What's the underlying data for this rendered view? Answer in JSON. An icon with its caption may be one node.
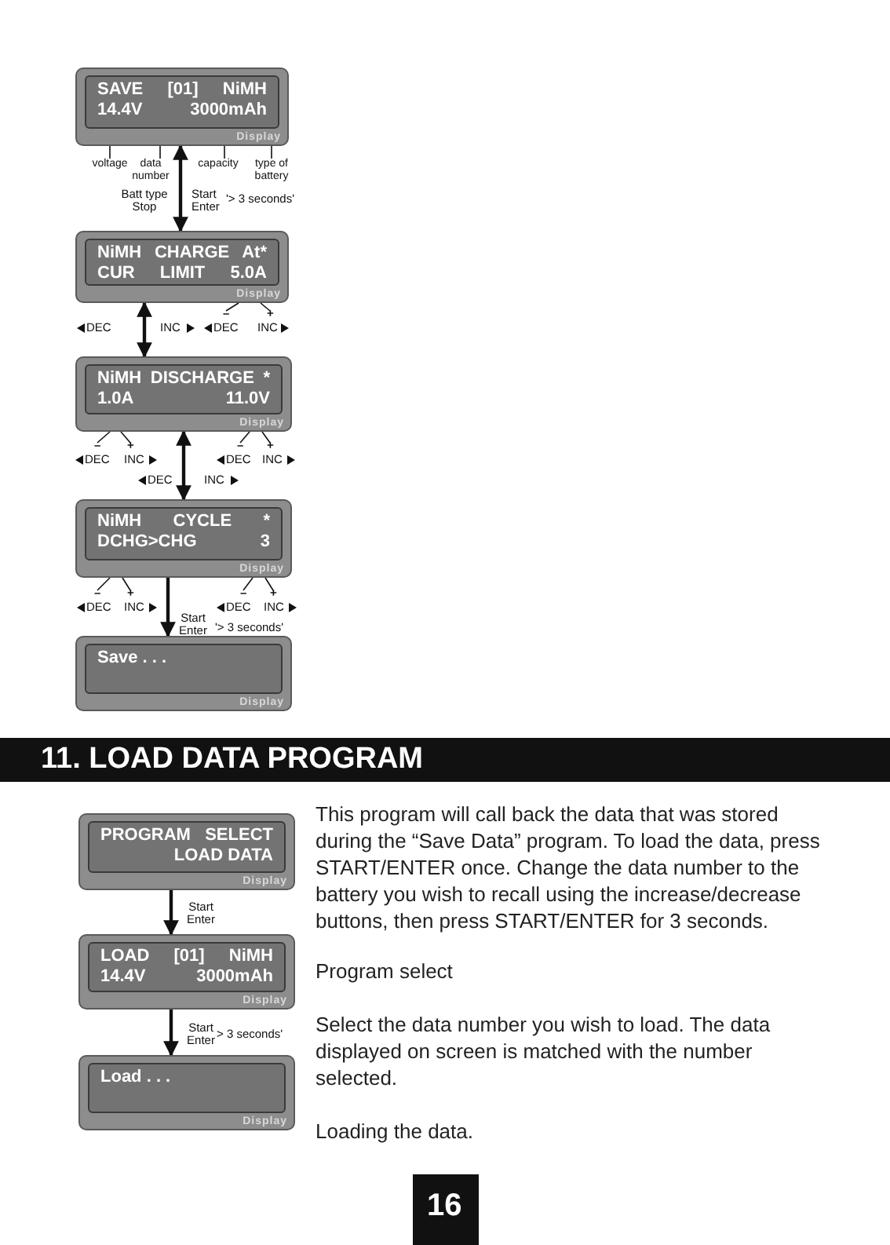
{
  "diagram": {
    "nodes": [
      {
        "text": [
          "SAVE [01] NiMH",
          "14.4V 3000mAh",
          "Display"
        ]
      },
      {
        "text": [
          "voltage"
        ]
      },
      {
        "text": [
          "data number"
        ]
      },
      {
        "text": [
          "capacity"
        ]
      },
      {
        "text": [
          "type of battery"
        ]
      },
      {
        "text": [
          "NiMH CHARGE At*",
          "CUR LIMIT 5.0A",
          "Display"
        ]
      },
      {
        "text": [
          "–",
          "DEC"
        ]
      },
      {
        "text": [
          "+",
          "INC"
        ]
      },
      {
        "text": [
          "NiMH DISCHARGE *",
          "1.0A 11.0V",
          "Display"
        ]
      },
      {
        "text": [
          "–",
          "DEC"
        ]
      },
      {
        "text": [
          "+",
          "INC"
        ]
      },
      {
        "text": [
          "–",
          "DEC"
        ]
      },
      {
        "text": [
          "+",
          "INC"
        ]
      },
      {
        "text": [
          "NiMH CYCLE *",
          "DCHG>CHG 3",
          "Display"
        ]
      },
      {
        "text": [
          "–",
          "DEC"
        ]
      },
      {
        "text": [
          "+",
          "INC"
        ]
      },
      {
        "text": [
          "–",
          "DEC"
        ]
      },
      {
        "text": [
          "+",
          "INC"
        ]
      },
      {
        "text": [
          "Save . . .",
          "Display"
        ]
      },
      {
        "text": [
          "PROGRAM SELECT",
          "LOAD DATA",
          "Display"
        ]
      },
      {
        "text": [
          "LOAD [01] NiMH",
          "14.4V 3000mAh",
          "Display"
        ]
      },
      {
        "text": [
          "Load . . .",
          "Display"
        ]
      }
    ],
    "edges": [
      {
        "from": 1,
        "to": 0,
        "arrow": "none"
      },
      {
        "from": 2,
        "to": 0,
        "arrow": "none"
      },
      {
        "from": 3,
        "to": 0,
        "arrow": "none"
      },
      {
        "from": 4,
        "to": 0,
        "arrow": "none"
      },
      {
        "from": 0,
        "to": 5,
        "arrow": "both",
        "label": "Batt type Stop"
      },
      {
        "from": 6,
        "to": 5,
        "arrow": "none"
      },
      {
        "from": 7,
        "to": 5,
        "arrow": "none"
      },
      {
        "from": 5,
        "to": 8,
        "arrow": "both"
      },
      {
        "from": 9,
        "to": 8,
        "arrow": "none"
      },
      {
        "from": 10,
        "to": 8,
        "arrow": "none"
      },
      {
        "from": 11,
        "to": 8,
        "arrow": "none"
      },
      {
        "from": 12,
        "to": 8,
        "arrow": "none"
      },
      {
        "from": 8,
        "to": 13,
        "arrow": "both"
      },
      {
        "from": 14,
        "to": 13,
        "arrow": "none"
      },
      {
        "from": 15,
        "to": 13,
        "arrow": "none"
      },
      {
        "from": 16,
        "to": 13,
        "arrow": "none"
      },
      {
        "from": 17,
        "to": 13,
        "arrow": "none"
      },
      {
        "from": 13,
        "to": 18,
        "arrow": "to",
        "label": "Start Enter"
      },
      {
        "from": 19,
        "to": 20,
        "arrow": "to",
        "label": "Start Enter"
      },
      {
        "from": 20,
        "to": 21,
        "arrow": "to",
        "label": "Start Enter"
      }
    ],
    "labels": [
      "Start Enter",
      "'> 3 seconds'",
      "DEC",
      "INC",
      "DEC",
      "INC",
      "'> 3 seconds'",
      "11. LOAD DATA PROGRAM",
      "This program will call back the data that was stored during the “Save Data” program. To load the data, press START/ENTER once. Change the data number to the battery you wish to recall using the increase/decrease buttons, then press START/ENTER for 3 seconds.",
      "Program select",
      "Select the data number you wish to load. The data displayed on screen is matched with the number selected.",
      "Loading the data.",
      "> 3 seconds'",
      "16"
    ]
  }
}
